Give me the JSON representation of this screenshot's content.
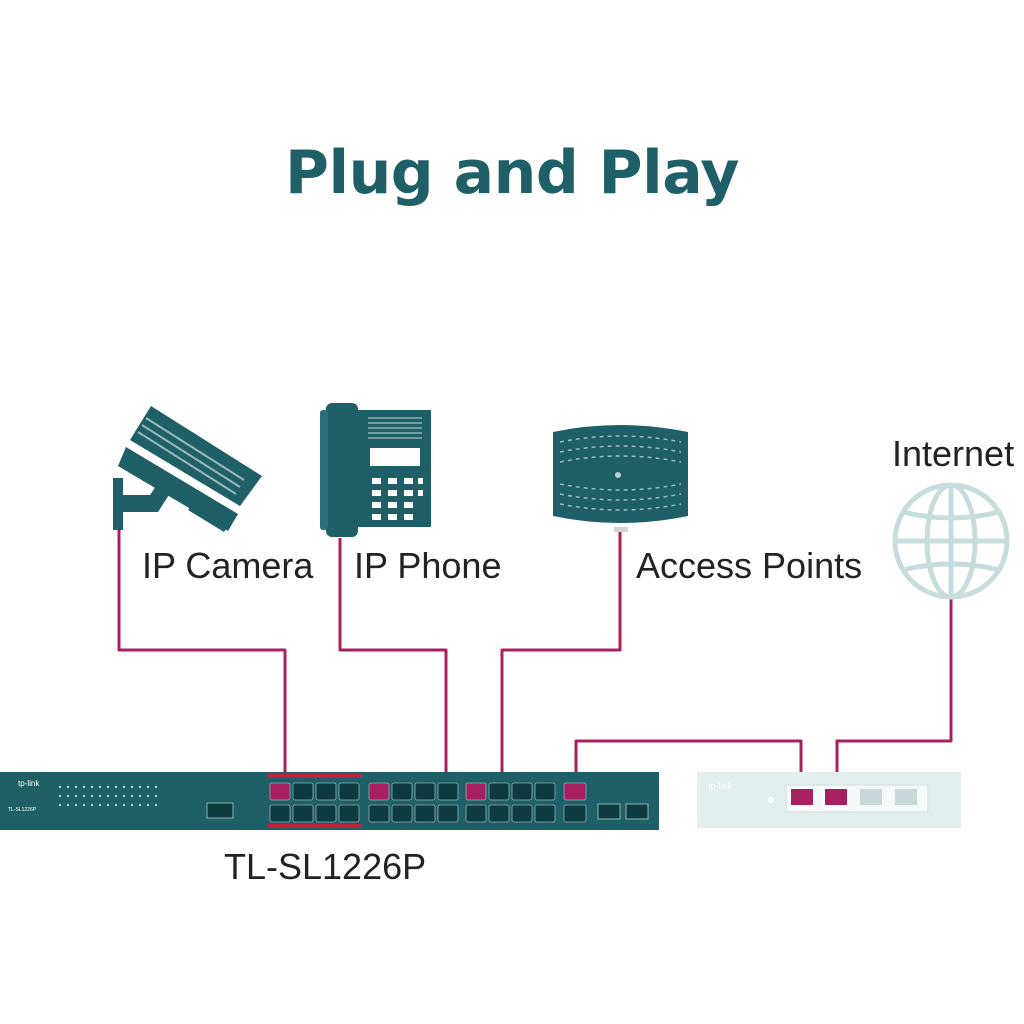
{
  "title": "Plug and Play",
  "devices": {
    "camera": "IP Camera",
    "phone": "IP Phone",
    "access_points": "Access Points",
    "internet": "Internet"
  },
  "switch": {
    "model": "TL-SL1226P",
    "brand": "tp-link",
    "front_model": "TL-SL1226P"
  },
  "router": {
    "brand": "tp-link"
  },
  "colors": {
    "teal": "#1f5f67",
    "cable": "#a8205f",
    "globe": "#c7dcdc",
    "router_body": "#e3eeee"
  },
  "icons": [
    "ip-camera-icon",
    "ip-phone-icon",
    "access-point-icon",
    "globe-icon"
  ]
}
